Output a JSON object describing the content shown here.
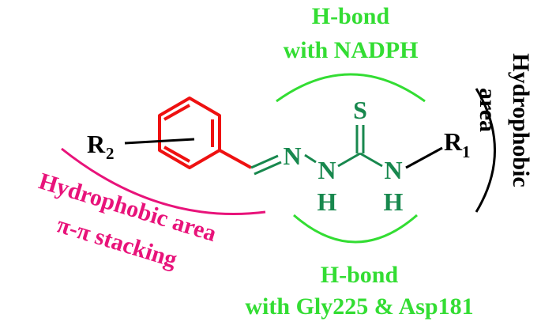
{
  "colors": {
    "green": "#33dd33",
    "teal": "#18884e",
    "red": "#ee1111",
    "magenta": "#e8137a",
    "black": "#000000"
  },
  "labels": {
    "hbond_top_line1": "H-bond",
    "hbond_top_line2": "with NADPH",
    "hydrophobic_right_line1": "Hydrophobic",
    "hydrophobic_right_line2": "area",
    "hydrophobic_left_line1": "Hydrophobic area",
    "hydrophobic_left_line2": "π-π stacking",
    "hbond_bottom_line1": "H-bond",
    "hbond_bottom_line2": "with Gly225 & Asp181"
  },
  "molecule": {
    "r2_letter": "R",
    "r2_sub": "2",
    "r1_letter": "R",
    "r1_sub": "1",
    "sulfur": "S",
    "n1": "N",
    "n2": "N",
    "n2_h": "H",
    "n3": "N",
    "n3_h": "H"
  }
}
